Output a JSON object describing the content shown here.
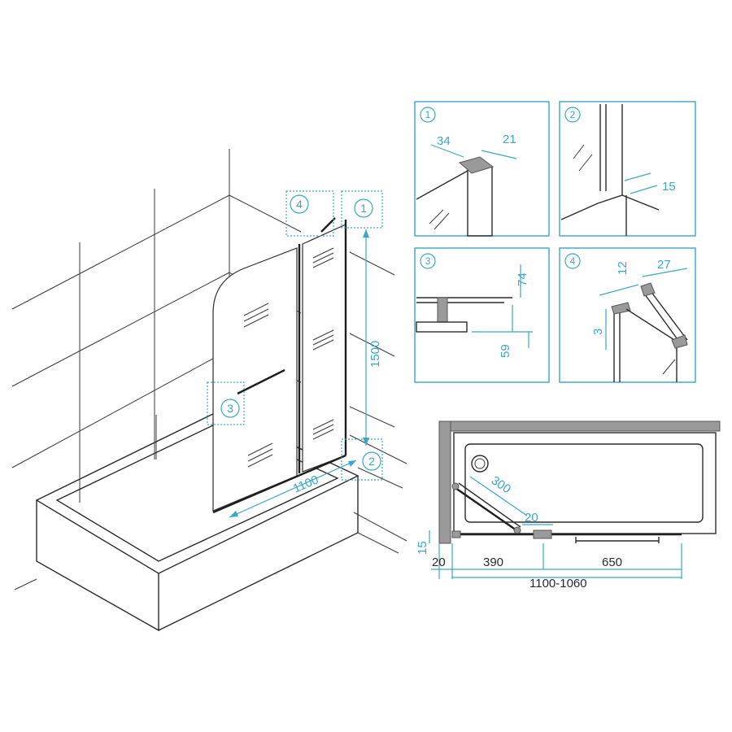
{
  "callouts": {
    "c1": "1",
    "c2": "2",
    "c3": "3",
    "c4": "4"
  },
  "main_dims": {
    "height": "1500",
    "width": "1100"
  },
  "detail1": {
    "a": "34",
    "b": "21"
  },
  "detail2": {
    "a": "15"
  },
  "detail3": {
    "a": "74",
    "b": "59"
  },
  "detail4": {
    "a": "12",
    "b": "27",
    "c": "3"
  },
  "plan": {
    "arm": "300",
    "gap": "20",
    "side": "15",
    "left": "20",
    "fixed": "390",
    "door": "650",
    "total": "1100-1060"
  },
  "colors": {
    "accent": "#3aa6c8",
    "line": "#2b2b2b",
    "wall": "#9a9a9a"
  }
}
